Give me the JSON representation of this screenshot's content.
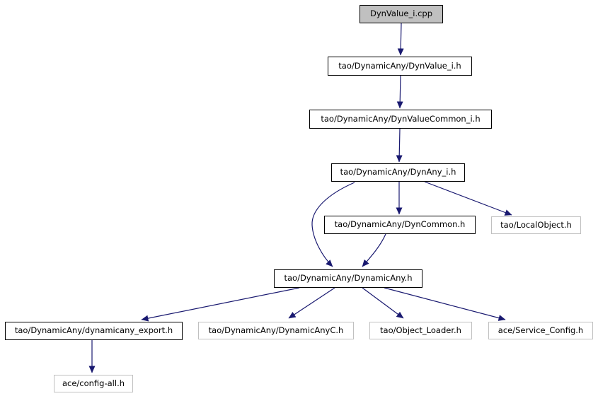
{
  "diagram": {
    "type": "include-dependency-graph",
    "root": "DynValue_i.cpp",
    "colors": {
      "arrow": "#191970",
      "linked_node_border": "#000000",
      "plain_node_border": "#c0c0c0",
      "source_node_fill": "#c0c0c0",
      "node_fill": "#ffffff",
      "text": "#000000",
      "background": "#ffffff"
    },
    "nodes": [
      {
        "id": "dynvalue_i_cpp",
        "label": "DynValue_i.cpp",
        "kind": "source"
      },
      {
        "id": "dynvalue_i_h",
        "label": "tao/DynamicAny/DynValue_i.h",
        "kind": "linked"
      },
      {
        "id": "dynvaluecommon_i_h",
        "label": "tao/DynamicAny/DynValueCommon_i.h",
        "kind": "linked"
      },
      {
        "id": "dynany_i_h",
        "label": "tao/DynamicAny/DynAny_i.h",
        "kind": "linked"
      },
      {
        "id": "dyncommon_h",
        "label": "tao/DynamicAny/DynCommon.h",
        "kind": "linked"
      },
      {
        "id": "localobject_h",
        "label": "tao/LocalObject.h",
        "kind": "plain"
      },
      {
        "id": "dynamicany_h",
        "label": "tao/DynamicAny/DynamicAny.h",
        "kind": "linked"
      },
      {
        "id": "dynamicany_export_h",
        "label": "tao/DynamicAny/dynamicany_export.h",
        "kind": "linked"
      },
      {
        "id": "dynamicanyc_h",
        "label": "tao/DynamicAny/DynamicAnyC.h",
        "kind": "plain"
      },
      {
        "id": "object_loader_h",
        "label": "tao/Object_Loader.h",
        "kind": "plain"
      },
      {
        "id": "service_config_h",
        "label": "ace/Service_Config.h",
        "kind": "plain"
      },
      {
        "id": "config_all_h",
        "label": "ace/config-all.h",
        "kind": "plain"
      }
    ],
    "edges": [
      {
        "from": "dynvalue_i_cpp",
        "to": "dynvalue_i_h"
      },
      {
        "from": "dynvalue_i_h",
        "to": "dynvaluecommon_i_h"
      },
      {
        "from": "dynvaluecommon_i_h",
        "to": "dynany_i_h"
      },
      {
        "from": "dynany_i_h",
        "to": "dyncommon_h"
      },
      {
        "from": "dynany_i_h",
        "to": "localobject_h"
      },
      {
        "from": "dynany_i_h",
        "to": "dynamicany_h"
      },
      {
        "from": "dyncommon_h",
        "to": "dynamicany_h"
      },
      {
        "from": "dynamicany_h",
        "to": "dynamicany_export_h"
      },
      {
        "from": "dynamicany_h",
        "to": "dynamicanyc_h"
      },
      {
        "from": "dynamicany_h",
        "to": "object_loader_h"
      },
      {
        "from": "dynamicany_h",
        "to": "service_config_h"
      },
      {
        "from": "dynamicany_export_h",
        "to": "config_all_h"
      }
    ]
  }
}
